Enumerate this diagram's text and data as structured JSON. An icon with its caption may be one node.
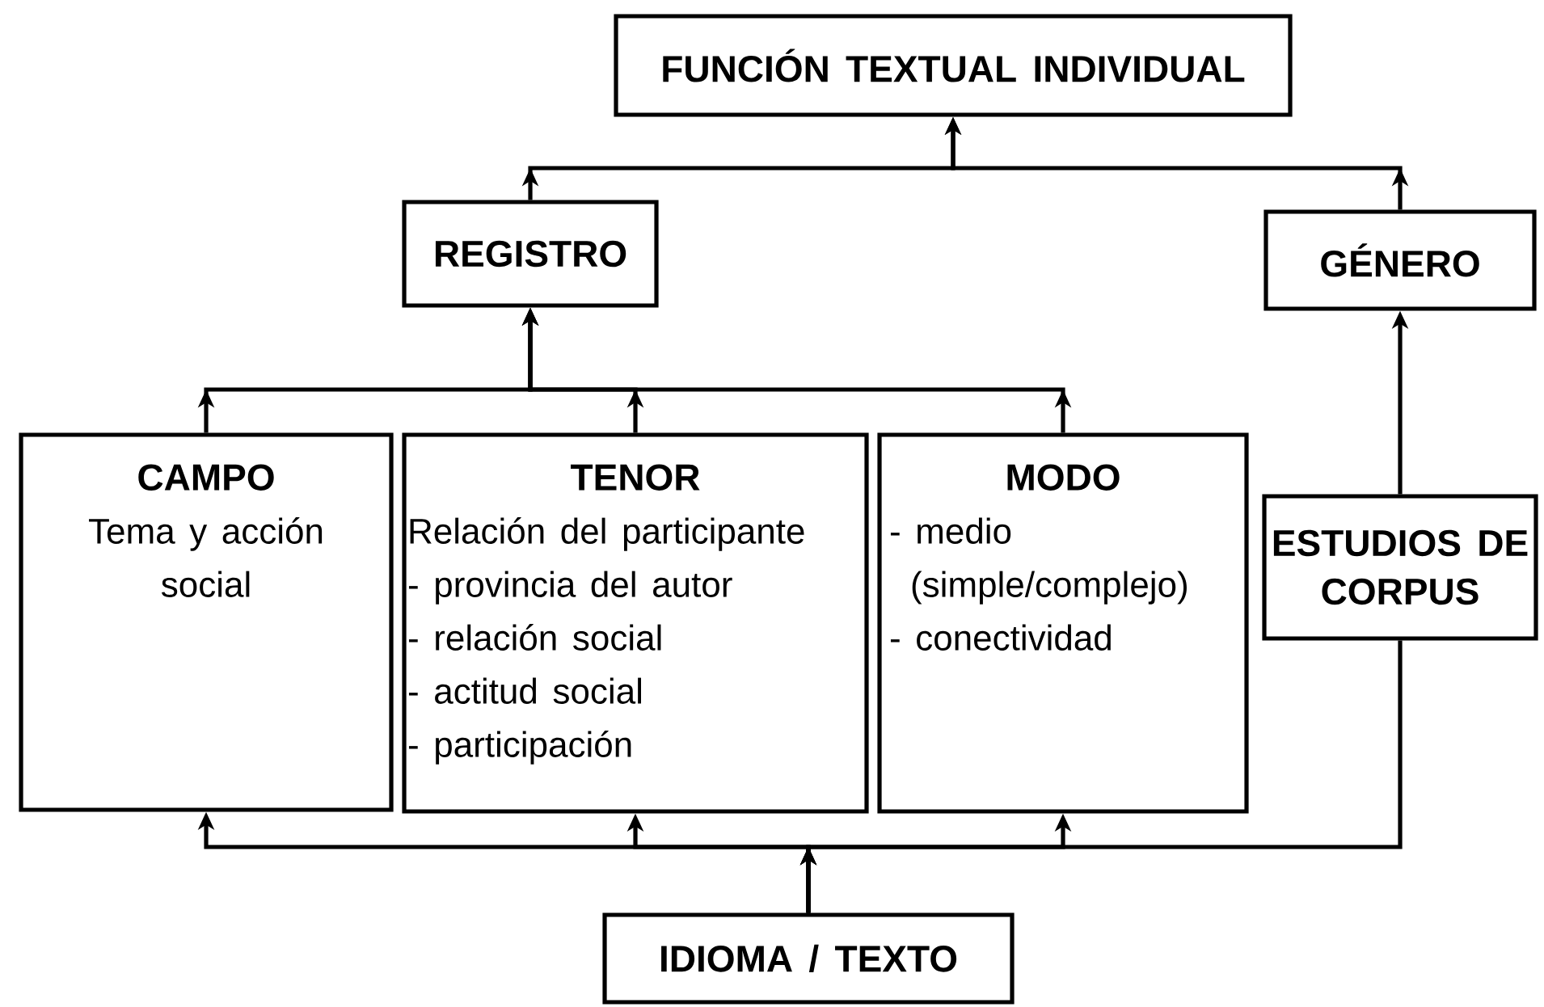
{
  "diagram": {
    "nodes": [
      {
        "text": [
          "FUNCIÓN TEXTUAL INDIVIDUAL"
        ]
      },
      {
        "text": [
          "REGISTRO"
        ]
      },
      {
        "text": [
          "GÉNERO"
        ]
      },
      {
        "text": [
          "CAMPO",
          "Tema y acción social"
        ]
      },
      {
        "text": [
          "TENOR",
          "Relación del participante",
          "- provincia del autor",
          "- relación social",
          "- actitud social",
          "- participación"
        ]
      },
      {
        "text": [
          "MODO",
          "- medio (simple/complejo)",
          "- conectividad"
        ]
      },
      {
        "text": [
          "ESTUDIOS DE CORPUS"
        ]
      },
      {
        "text": [
          "IDIOMA / TEXTO"
        ]
      }
    ],
    "edges": [
      {
        "from": 1,
        "to": 0,
        "arrow": "to"
      },
      {
        "from": 2,
        "to": 0,
        "arrow": "to"
      },
      {
        "from": 3,
        "to": 1,
        "arrow": "to"
      },
      {
        "from": 4,
        "to": 1,
        "arrow": "to"
      },
      {
        "from": 5,
        "to": 1,
        "arrow": "to"
      },
      {
        "from": 6,
        "to": 2,
        "arrow": "to"
      },
      {
        "from": 7,
        "to": 3,
        "arrow": "to"
      },
      {
        "from": 7,
        "to": 4,
        "arrow": "to"
      },
      {
        "from": 7,
        "to": 5,
        "arrow": "to"
      },
      {
        "from": 7,
        "to": 6,
        "arrow": "to"
      }
    ]
  }
}
